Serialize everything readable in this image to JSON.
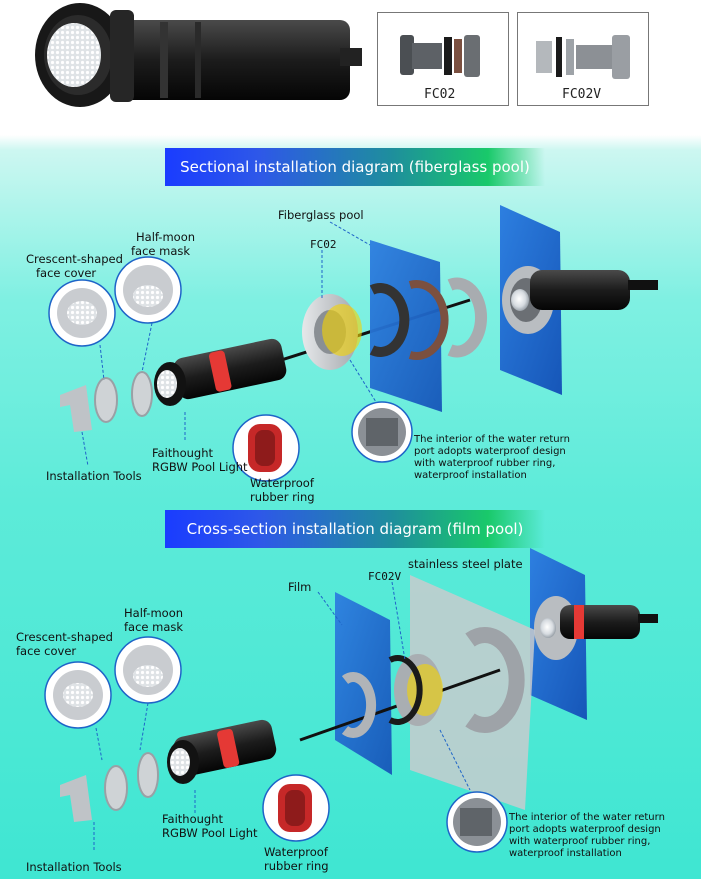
{
  "top": {
    "boxes": [
      {
        "label": "FC02"
      },
      {
        "label": "FC02V"
      }
    ]
  },
  "section1": {
    "banner": "Sectional installation diagram (fiberglass pool)",
    "labels": {
      "pool": "Fiberglass pool",
      "fc": "FC02",
      "crescent_1": "Crescent-shaped",
      "crescent_2": "face cover",
      "halfmoon_1": "Half-moon",
      "halfmoon_2": "face mask",
      "tools": "Installation Tools",
      "light_1": "Faithought",
      "light_2": "RGBW Pool Light",
      "ring_1": "Waterproof",
      "ring_2": "rubber ring",
      "note_1": "The interior of the water return",
      "note_2": "port adopts waterproof design",
      "note_3": "with waterproof rubber ring,",
      "note_4": "waterproof installation"
    }
  },
  "section2": {
    "banner": "Cross-section installation diagram (film pool)",
    "labels": {
      "film": "Film",
      "fc": "FC02V",
      "plate": "stainless steel plate",
      "crescent_1": "Crescent-shaped",
      "crescent_2": "face cover",
      "halfmoon_1": "Half-moon",
      "halfmoon_2": "face mask",
      "tools": "Installation Tools",
      "light_1": "Faithought",
      "light_2": "RGBW Pool Light",
      "ring_1": "Waterproof",
      "ring_2": "rubber ring",
      "note_1": "The interior of the water return",
      "note_2": "port adopts waterproof design",
      "note_3": "with waterproof rubber ring,",
      "note_4": "waterproof installation"
    }
  }
}
